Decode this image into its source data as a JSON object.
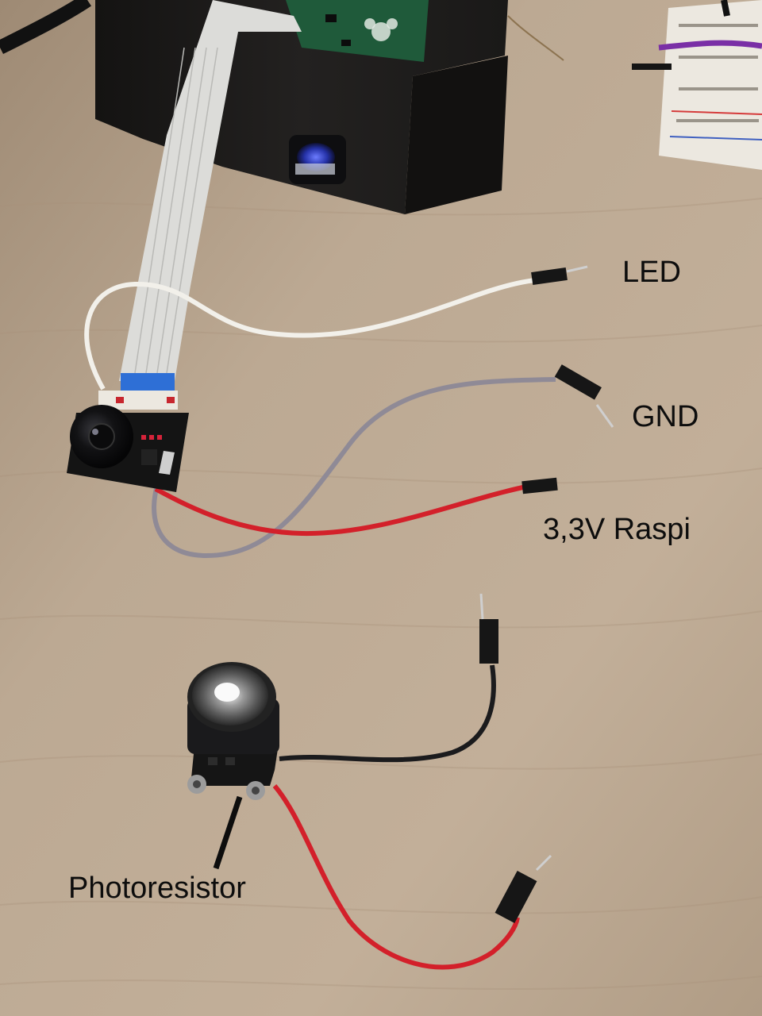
{
  "labels": {
    "led": "LED",
    "gnd": "GND",
    "power": "3,3V Raspi",
    "photoresistor": "Photoresistor"
  },
  "colors": {
    "desk": "#b8a58e",
    "wire_white": "#f2f0ea",
    "wire_gray": "#8f8a96",
    "wire_red": "#d3202a",
    "wire_black": "#1b1b1d",
    "ribbon": "#d9d9d6",
    "pcb": "#141414",
    "enclosure": "#1e1d1c"
  },
  "icons": {
    "raspberry_pi_logo": "raspberry-icon",
    "camera_module": "camera-icon",
    "ir_led_module": "ir-led-icon"
  }
}
